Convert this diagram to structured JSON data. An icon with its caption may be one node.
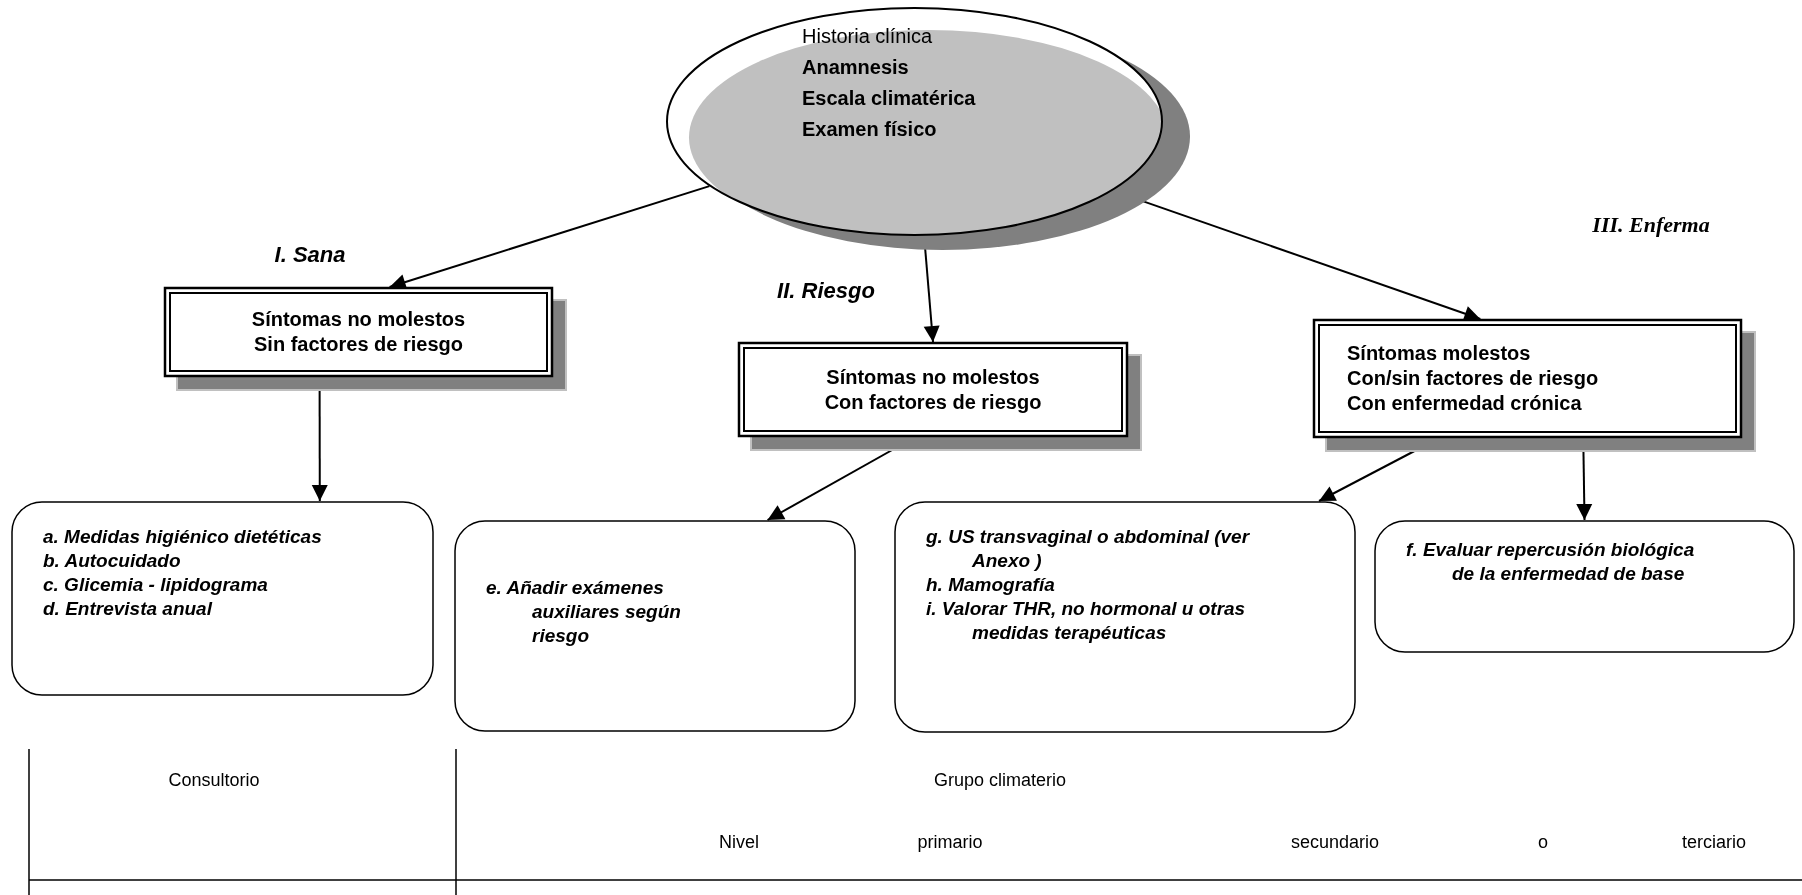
{
  "diagram": {
    "nodes": [
      {
        "text": [
          "Historia clínica",
          "Anamnesis",
          "Escala climatérica",
          "Examen físico"
        ]
      },
      {
        "text": [
          "Síntomas no molestos",
          "Sin factores de riesgo"
        ]
      },
      {
        "text": [
          "Síntomas no molestos",
          "Con factores de riesgo"
        ]
      },
      {
        "text": [
          "Síntomas molestos",
          "Con/sin factores de riesgo",
          "Con enfermedad crónica"
        ]
      },
      {
        "text": [
          "a. Medidas higiénico dietéticas",
          "b. Autocuidado",
          "c. Glicemia - lipidograma",
          "d. Entrevista anual"
        ]
      },
      {
        "text": [
          "e. Añadir exámenes auxiliares según riesgo"
        ]
      },
      {
        "text": [
          "g. US transvaginal o abdominal (ver Anexo )",
          "h. Mamografía",
          "i. Valorar THR, no hormonal u otras medidas terapéuticas"
        ]
      },
      {
        "text": [
          "f. Evaluar repercusión biológica de la enfermedad de base"
        ]
      }
    ],
    "edges": [
      {
        "from": 0,
        "to": 1,
        "arrow": "to"
      },
      {
        "from": 0,
        "to": 2,
        "arrow": "to"
      },
      {
        "from": 0,
        "to": 3,
        "arrow": "to"
      },
      {
        "from": 1,
        "to": 4,
        "arrow": "to"
      },
      {
        "from": 2,
        "to": 5,
        "arrow": "to"
      },
      {
        "from": 3,
        "to": 6,
        "arrow": "to"
      },
      {
        "from": 3,
        "to": 7,
        "arrow": "to"
      }
    ],
    "labels": [
      "I. Sana",
      "II. Riesgo",
      "III. Enferma",
      "Consultorio",
      "Grupo climaterio",
      "Nivel",
      "primario",
      "secundario",
      "o",
      "terciario"
    ]
  }
}
